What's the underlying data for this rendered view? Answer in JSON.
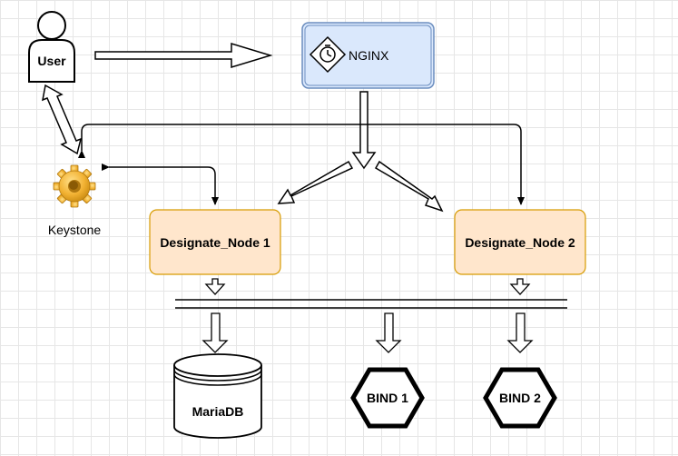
{
  "nodes": {
    "user": {
      "label": "User"
    },
    "nginx": {
      "label": "NGINX"
    },
    "keystone": {
      "label": "Keystone"
    },
    "designate1": {
      "label": "Designate_Node 1"
    },
    "designate2": {
      "label": "Designate_Node 2"
    },
    "mariadb": {
      "label": "MariaDB"
    },
    "bind1": {
      "label": "BIND 1"
    },
    "bind2": {
      "label": "BIND 2"
    }
  },
  "colors": {
    "nginx_fill": "#dae8fc",
    "nginx_stroke": "#6c8ebf",
    "designate_fill": "#ffe6cc",
    "designate_stroke": "#d79b00",
    "gear": "#f2b233"
  },
  "icons": {
    "user": "user-icon",
    "nginx": "nginx-logo-icon",
    "keystone": "gear-icon",
    "mariadb": "database-icon",
    "bind": "hexagon-icon"
  }
}
